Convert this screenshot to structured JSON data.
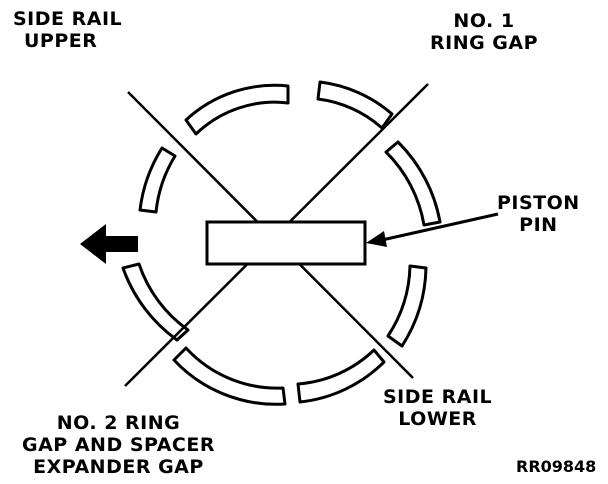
{
  "labels": {
    "side_rail_upper": [
      "SIDE RAIL",
      "UPPER"
    ],
    "no1_ring_gap": [
      "NO. 1",
      "RING GAP"
    ],
    "piston_pin": [
      "PISTON",
      "PIN"
    ],
    "side_rail_lower": [
      "SIDE RAIL",
      "LOWER"
    ],
    "no2_ring_gap": [
      "NO. 2 RING",
      "GAP AND SPACER",
      "EXPANDER GAP"
    ],
    "figure_code": "RR09848"
  },
  "colors": {
    "ink": "#000000",
    "paper": "#ffffff"
  }
}
